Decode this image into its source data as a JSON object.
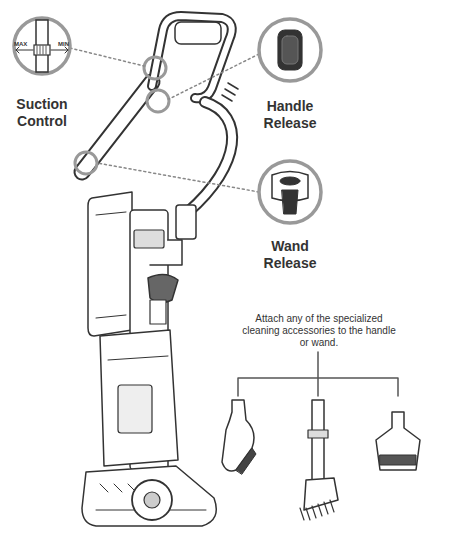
{
  "diagram": {
    "nodes": [
      {
        "text": [
          "MAX",
          "MIN",
          "Suction Control"
        ]
      },
      {
        "text": [
          "Handle Release"
        ]
      },
      {
        "text": [
          "Wand Release"
        ]
      }
    ],
    "labels": [
      "Attach any of the specialized cleaning accessories to the handle or wand."
    ]
  }
}
